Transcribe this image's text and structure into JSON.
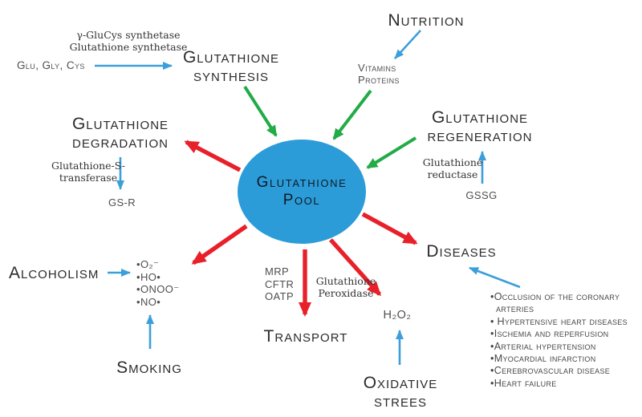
{
  "colors": {
    "pool_fill": "#2b9cd8",
    "arrow_red": "#e8202a",
    "arrow_green": "#22ab47",
    "arrow_blue": "#3d9fd9",
    "heading_text": "#2b2b2b",
    "secondary_text": "#4f4f4f",
    "enzyme_text": "#333333"
  },
  "pool": {
    "line1": "Glutathione",
    "line2": "Pool"
  },
  "nutrition": {
    "label": "Nutrition"
  },
  "vitamins": {
    "line1": "Vitamins",
    "line2": "Proteins"
  },
  "synthesis": {
    "enzyme1": "γ-GluCys synthetase",
    "enzyme2": "Glutathione synthetase",
    "substrates": "Glu, Gly, Cys",
    "label1": "Glutathione",
    "label2": "synthesis"
  },
  "degradation": {
    "label1": "Glutathione",
    "label2": "degradation",
    "enzyme1": "Glutathione-S-",
    "enzyme2": "transferase",
    "product": "GS-R"
  },
  "regeneration": {
    "label1": "Glutathione",
    "label2": "regeneration",
    "enzyme1": "Glutathione",
    "enzyme2": "reductase",
    "substrate": "GSSG"
  },
  "alcoholism": {
    "label": "Alcoholism"
  },
  "smoking": {
    "label": "Smoking"
  },
  "radicals": [
    "•O₂⁻",
    "•HO•",
    "•ONOO⁻",
    "•NO•"
  ],
  "transport": {
    "transporters": [
      "MRP",
      "CFTR",
      "OATP"
    ],
    "label": "Transport"
  },
  "peroxidase": {
    "enzyme1": "Glutathione",
    "enzyme2": "Peroxidase",
    "product": "H₂O₂"
  },
  "oxidative": {
    "line1": "Oxidative",
    "line2": "strees"
  },
  "diseases": {
    "label": "Diseases",
    "items": [
      "•Occlusion of the coronary arteries",
      "• Hypertensive heart diseases",
      "•Ischemia and reperfusion",
      "•Arterial hypertension",
      "•Myocardial infarction",
      "•Cerebrovascular disease",
      "•Heart failure"
    ]
  }
}
